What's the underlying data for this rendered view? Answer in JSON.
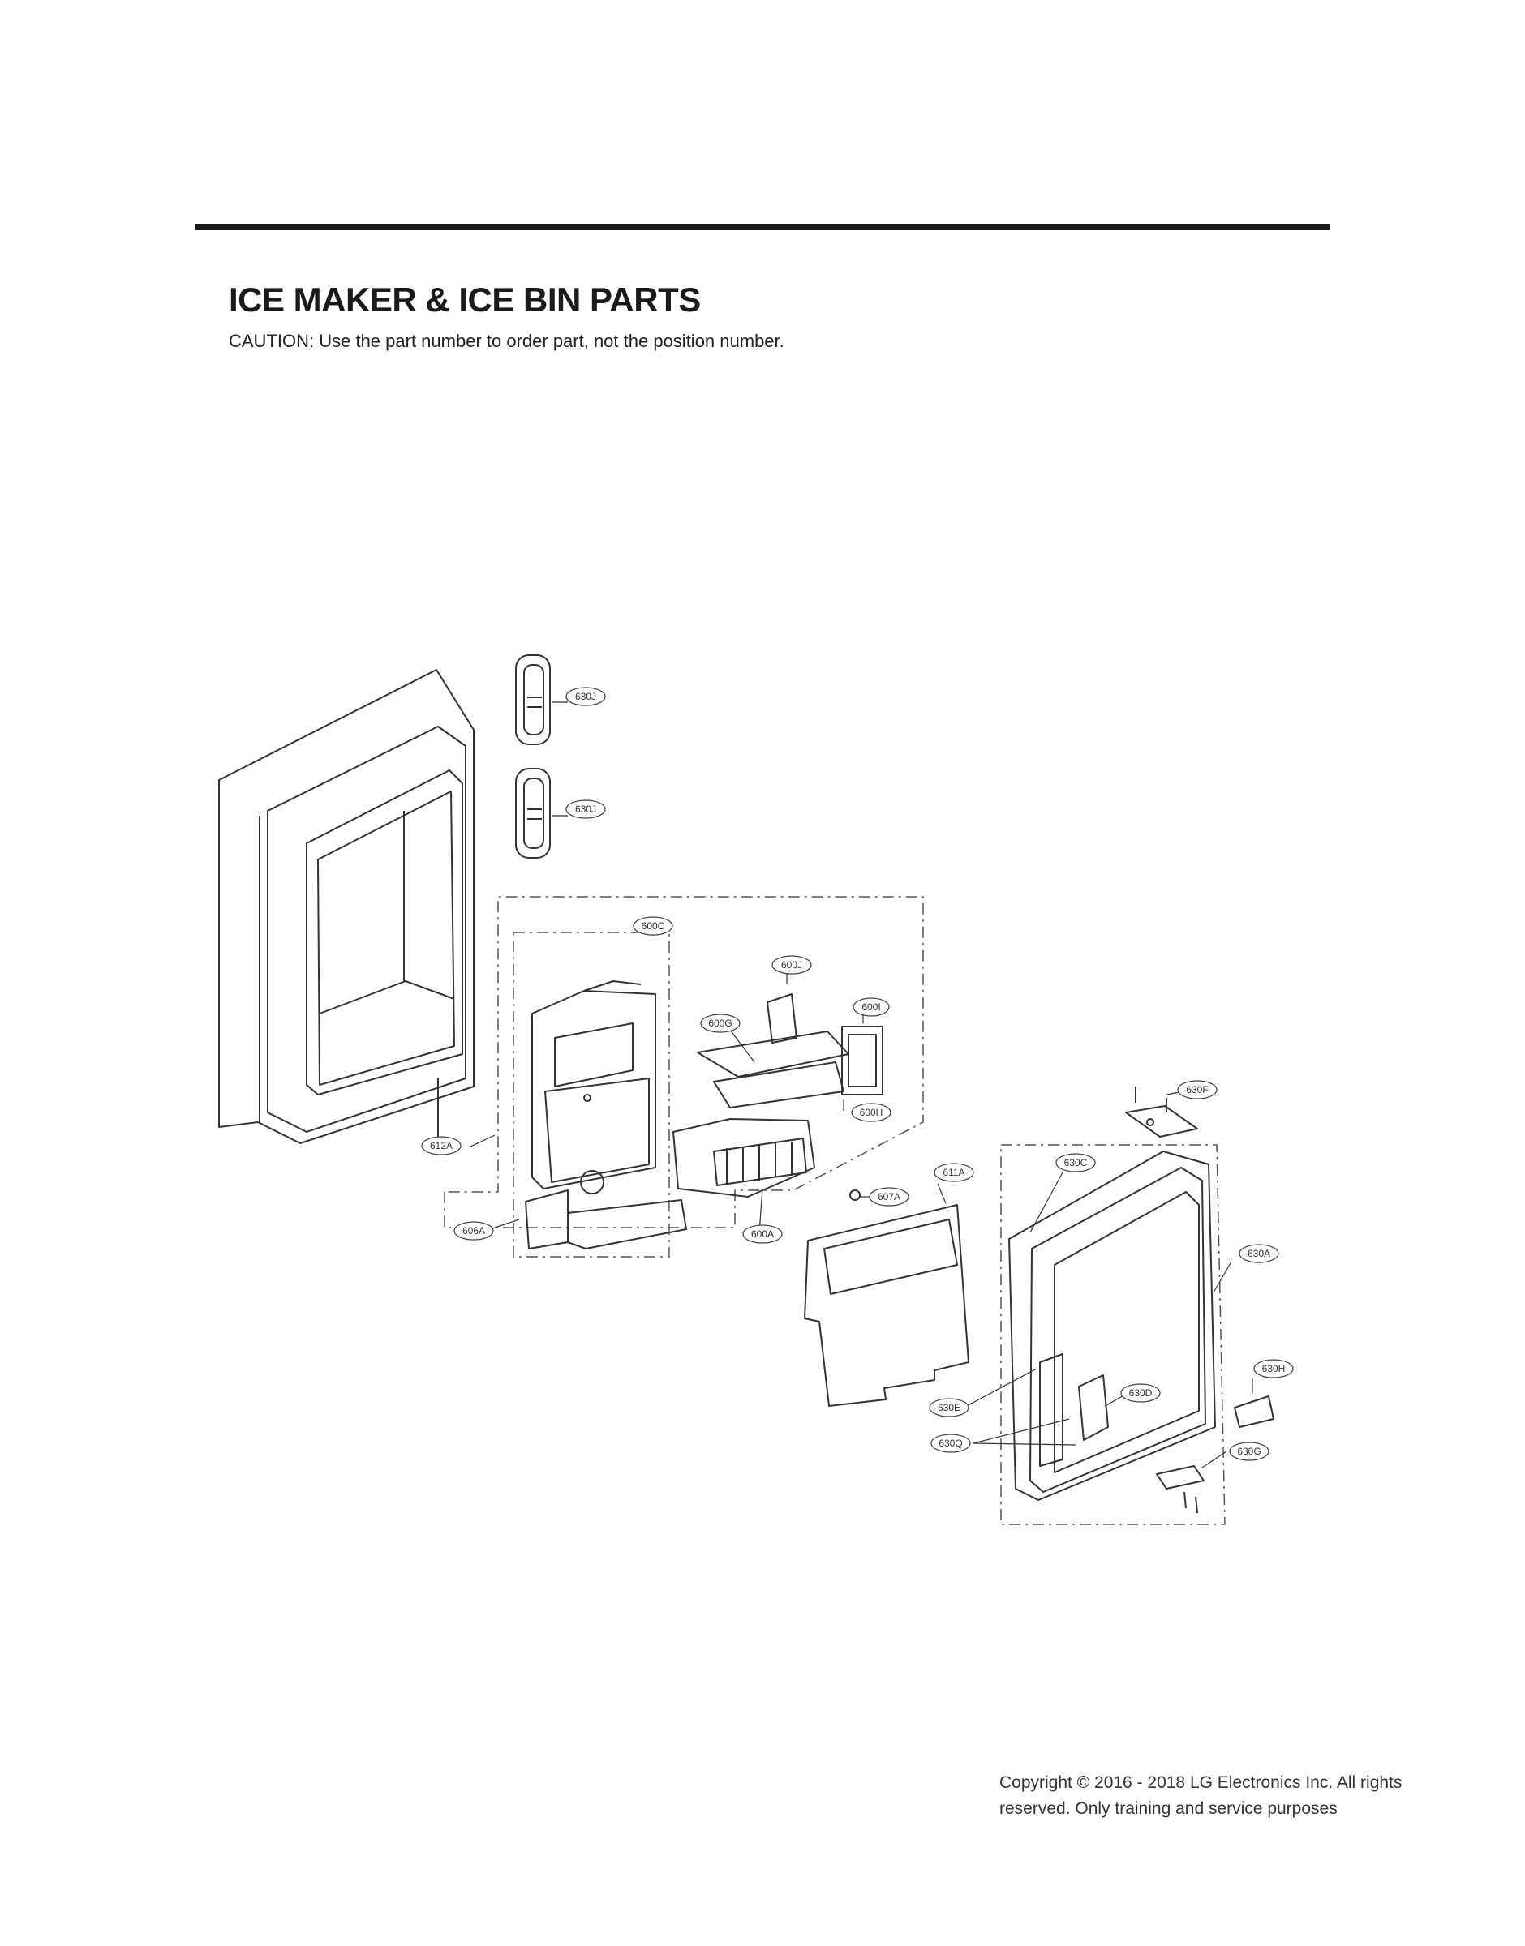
{
  "page": {
    "title": "ICE MAKER & ICE BIN PARTS",
    "caution": "CAUTION: Use the part number to order part, not the position number.",
    "copyright": "Copyright © 2016 - 2018 LG Electronics Inc. All rights reserved. Only training and service purposes"
  },
  "diagram": {
    "callouts": [
      {
        "id": "630J_a",
        "label": "630J"
      },
      {
        "id": "630J_b",
        "label": "630J"
      },
      {
        "id": "600C",
        "label": "600C"
      },
      {
        "id": "600J",
        "label": "600J"
      },
      {
        "id": "600G",
        "label": "600G"
      },
      {
        "id": "600I",
        "label": "600I"
      },
      {
        "id": "600H",
        "label": "600H"
      },
      {
        "id": "612A",
        "label": "612A"
      },
      {
        "id": "606A",
        "label": "606A"
      },
      {
        "id": "600A",
        "label": "600A"
      },
      {
        "id": "607A",
        "label": "607A"
      },
      {
        "id": "611A",
        "label": "611A"
      },
      {
        "id": "630C",
        "label": "630C"
      },
      {
        "id": "630F",
        "label": "630F"
      },
      {
        "id": "630A",
        "label": "630A"
      },
      {
        "id": "630H",
        "label": "630H"
      },
      {
        "id": "630D",
        "label": "630D"
      },
      {
        "id": "630E",
        "label": "630E"
      },
      {
        "id": "630Q",
        "label": "630Q"
      },
      {
        "id": "630G",
        "label": "630G"
      }
    ]
  },
  "colors": {
    "ink": "#1a1a1a",
    "line": "#333333",
    "dash": "#555555"
  }
}
